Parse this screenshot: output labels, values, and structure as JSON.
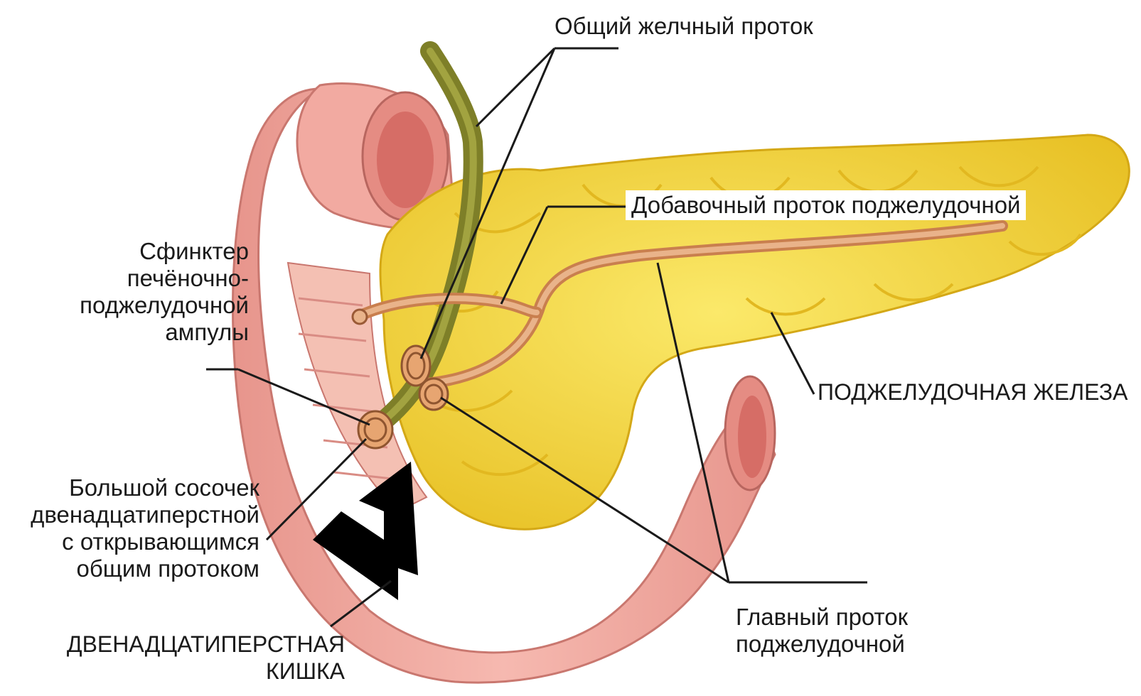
{
  "labels": {
    "common_bile_duct": "Общий желчный проток",
    "accessory_pancreatic_duct": "Добавочный проток поджелудочной",
    "sphincter": [
      "Сфинктер",
      "печёночно-",
      "поджелудочной",
      "ампулы"
    ],
    "pancreas": "ПОДЖЕЛУДОЧНАЯ ЖЕЛЕЗА",
    "major_papilla": [
      "Большой сосочек",
      "двенадцатиперстной",
      "с открывающимся",
      "общим протоком"
    ],
    "duodenum": [
      "ДВЕНАДЦАТИПЕРСТНАЯ",
      "КИШКА"
    ],
    "main_pancreatic_duct": [
      "Главный проток",
      "поджелудочной"
    ]
  },
  "colors": {
    "duodenum": "#f0a8a0",
    "duodenum_dark": "#d98c84",
    "pancreas": "#f5d63a",
    "pancreas_dark": "#e2b820",
    "bile_duct": "#8a8a2e",
    "pancreatic_duct": "#d99a6a",
    "leader_line": "#1a1a1a",
    "arrow": "#000000"
  }
}
